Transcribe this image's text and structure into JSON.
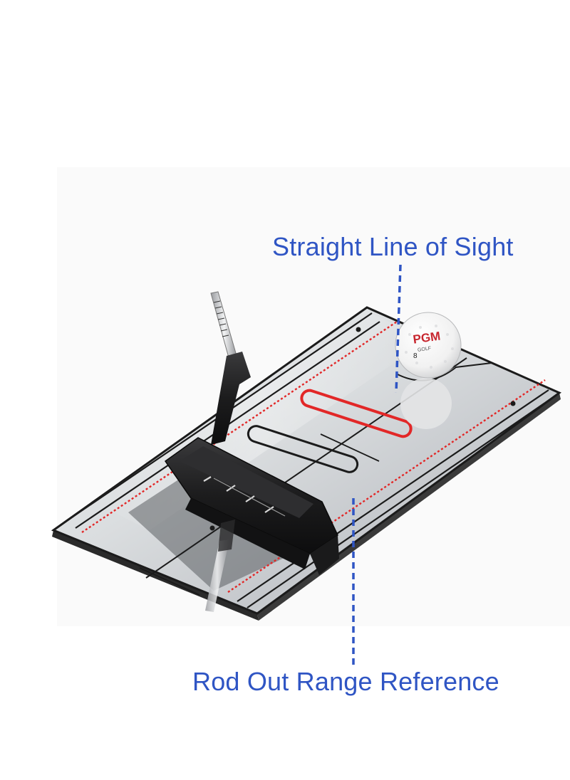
{
  "image": {
    "subject": "golf putting alignment mirror",
    "colors": {
      "label_text": "#2f55c4",
      "guide_line": "#2f55c4",
      "alignment_red": "#e22727",
      "mirror_border": "#1b1b1b"
    }
  },
  "annotations": {
    "top_label": "Straight Line of Sight",
    "bottom_label": "Rod Out Range Reference"
  },
  "golf_ball": {
    "brand": "PGM",
    "model": "GOLF",
    "number": "8"
  }
}
